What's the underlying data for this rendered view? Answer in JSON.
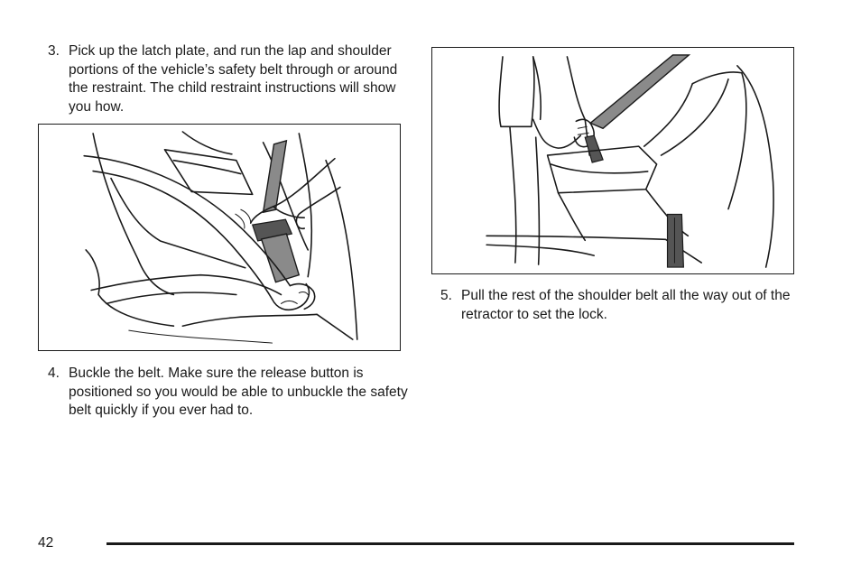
{
  "steps": [
    {
      "number": "3.",
      "text": "Pick up the latch plate, and run the lap and shoulder portions of the vehicle’s safety belt through or around the restraint. The child restraint instructions will show you how."
    },
    {
      "number": "4.",
      "text": "Buckle the belt. Make sure the release button is positioned so you would be able to unbuckle the safety belt quickly if you ever had to."
    },
    {
      "number": "5.",
      "text": "Pull the rest of the shoulder belt all the way out of the retractor to set the lock."
    }
  ],
  "footer": {
    "page_number": "42"
  }
}
